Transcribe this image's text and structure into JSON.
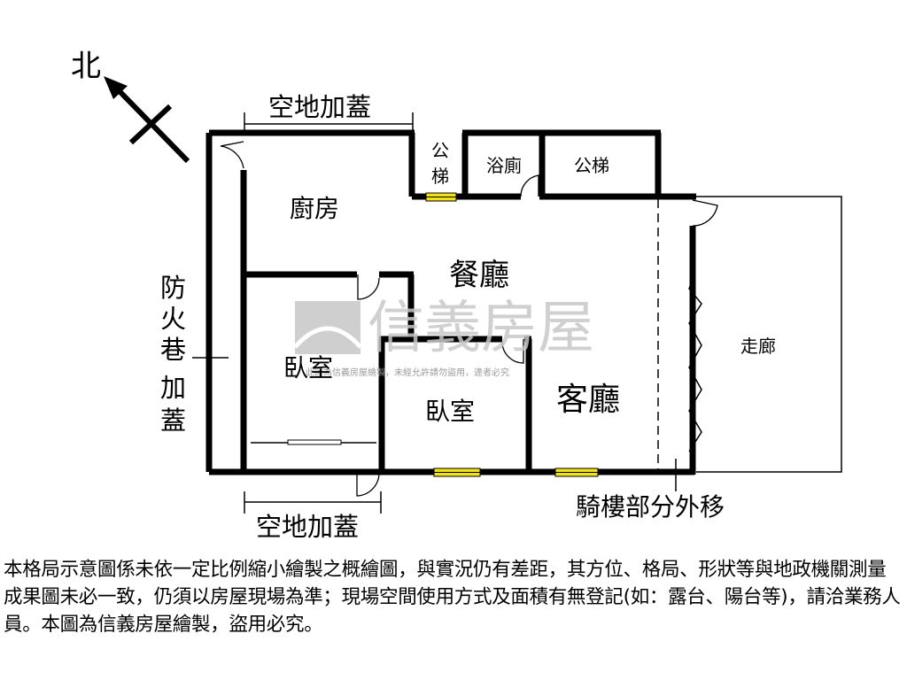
{
  "compass": {
    "north": "北"
  },
  "labels": {
    "top_addition": "空地加蓋",
    "bottom_addition": "空地加蓋",
    "fire_lane": [
      "防",
      "火",
      "巷",
      "加",
      "蓋"
    ],
    "stair_left": [
      "公",
      "梯"
    ],
    "bathroom": "浴廁",
    "stair_right": "公梯",
    "kitchen": "廚房",
    "dining": "餐廳",
    "bedroom1": "臥室",
    "bedroom2": "臥室",
    "living": "客廳",
    "corridor": "走廊",
    "arcade": "騎樓部分外移"
  },
  "watermark": {
    "brand": "信義房屋",
    "notice": "此圖為信義房屋繪製，未經允許請勿盜用，違者必究"
  },
  "colors": {
    "wall": "#000000",
    "window": "#f2e21c",
    "watermark": "#c8c8c8"
  },
  "disclaimer": "本格局示意圖係未依一定比例縮小繪製之概繪圖，與實況仍有差距，其方位、格局、形狀等與地政機關測量成果圖未必一致，仍須以房屋現場為準；現場空間使用方式及面積有無登記(如：露台、陽台等)，請洽業務人員。本圖為信義房屋繪製，盜用必究。"
}
